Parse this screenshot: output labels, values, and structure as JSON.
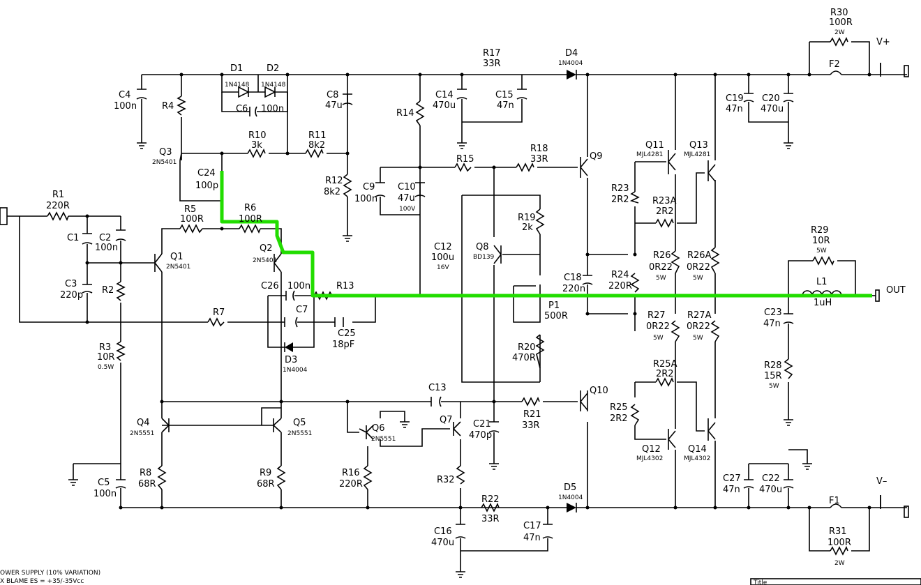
{
  "colors": {
    "wire": "#000000",
    "highlight": "#22dd00",
    "background": "#ffffff"
  },
  "labels": {
    "R30": "R30",
    "R30v": "100R",
    "R30p": "2W",
    "Vp": "V+",
    "F2": "F2",
    "C19": "C19",
    "C19v": "47n",
    "C20": "C20",
    "C20v": "470u",
    "R17": "R17",
    "R17v": "33R",
    "D4": "D4",
    "D4v": "1N4004",
    "D1": "D1",
    "D2": "D2",
    "D1v": "1N4148",
    "D2v": "1N4148",
    "C6": "C6",
    "C6v": "100n",
    "C4": "C4",
    "C4v": "100n",
    "R4": "R4",
    "C8": "C8",
    "C8v": "47u",
    "C14": "C14",
    "C14v": "470u",
    "C15": "C15",
    "C15v": "47n",
    "R14": "R14",
    "R10": "R10",
    "R10v": "3k",
    "R11": "R11",
    "R11v": "8k2",
    "Q3": "Q3",
    "Q3v": "2N5401",
    "C24": "C24",
    "C24v": "100p",
    "R12": "R12",
    "R12v": "8k2",
    "R15": "R15",
    "R18": "R18",
    "R18v": "33R",
    "Q9": "Q9",
    "Q11": "Q11",
    "Q11v": "MJL4281",
    "Q13": "Q13",
    "Q13v": "MJL4281",
    "C9": "C9",
    "C9v": "100n",
    "C10": "C10",
    "C10v": "47u",
    "C10p": "100V",
    "R23": "R23",
    "R23v": "2R2",
    "R23A": "R23A",
    "R23Av": "2R2",
    "R1": "R1",
    "R1v": "220R",
    "C1": "C1",
    "C2": "C2",
    "C2v": "100n",
    "R5": "R5",
    "R5v": "100R",
    "R6": "R6",
    "R6v": "100R",
    "R19": "R19",
    "R19v": "2k",
    "R29": "R29",
    "R29v": "10R",
    "R29p": "5W",
    "Q1": "Q1",
    "Q1v": "2N5401",
    "Q2": "Q2",
    "Q2v": "2N5401",
    "C12": "C12",
    "C12v": "100u",
    "C12p": "16V",
    "Q8": "Q8",
    "Q8v": "BD139",
    "R26": "R26",
    "R26v": "0R22",
    "R26p": "5W",
    "R26A": "R26A",
    "R26Av": "0R22",
    "R26Ap": "5W",
    "C3": "C3",
    "C3v": "220p",
    "R2": "R2",
    "C26": "C26",
    "C26v": "100n",
    "R13": "R13",
    "C18": "C18",
    "C18v": "220n",
    "R24": "R24",
    "R24v": "220R",
    "L1": "L1",
    "L1v": "1uH",
    "OUT": "OUT",
    "C7": "C7",
    "R7": "R7",
    "P1": "P1",
    "P1v": "500R",
    "R27": "R27",
    "R27v": "0R22",
    "R27p": "5W",
    "R27A": "R27A",
    "R27Av": "0R22",
    "R27Ap": "5W",
    "C23": "C23",
    "C23v": "47n",
    "C25": "C25",
    "C25v": "18pF",
    "R3": "R3",
    "R3v": "10R",
    "R3p": "0.5W",
    "D3": "D3",
    "D3v": "1N4004",
    "R20": "R20",
    "R20v": "470R",
    "R28": "R28",
    "R28v": "15R",
    "R28p": "5W",
    "R25A": "R25A",
    "R25Av": "2R2",
    "C13": "C13",
    "Q10": "Q10",
    "C21": "C21",
    "C21v": "470p",
    "R21": "R21",
    "R21v": "33R",
    "R25": "R25",
    "R25v": "2R2",
    "Q4": "Q4",
    "Q4v": "2N5551",
    "Q5": "Q5",
    "Q5v": "2N5551",
    "Q6": "Q6",
    "Q6v": "2N5551",
    "Q7": "Q7",
    "Q12": "Q12",
    "Q12v": "MJL4302",
    "Q14": "Q14",
    "Q14v": "MJL4302",
    "R8": "R8",
    "R8v": "68R",
    "R9": "R9",
    "R9v": "68R",
    "R16": "R16",
    "R16v": "220R",
    "R32": "R32",
    "C5": "C5",
    "C5v": "100n",
    "C27": "C27",
    "C27v": "47n",
    "C22": "C22",
    "C22v": "470u",
    "Vm": "V–",
    "R22": "R22",
    "R22v": "33R",
    "D5": "D5",
    "D5v": "1N4004",
    "C16": "C16",
    "C16v": "470u",
    "C17": "C17",
    "C17v": "47n",
    "F1": "F1",
    "R31": "R31",
    "R31v": "100R",
    "R31p": "2W",
    "note1": "OWER SUPPLY (10% VARIATION)",
    "note2": "X BLAME ES = +35/-35Vcc",
    "title": "Title"
  }
}
